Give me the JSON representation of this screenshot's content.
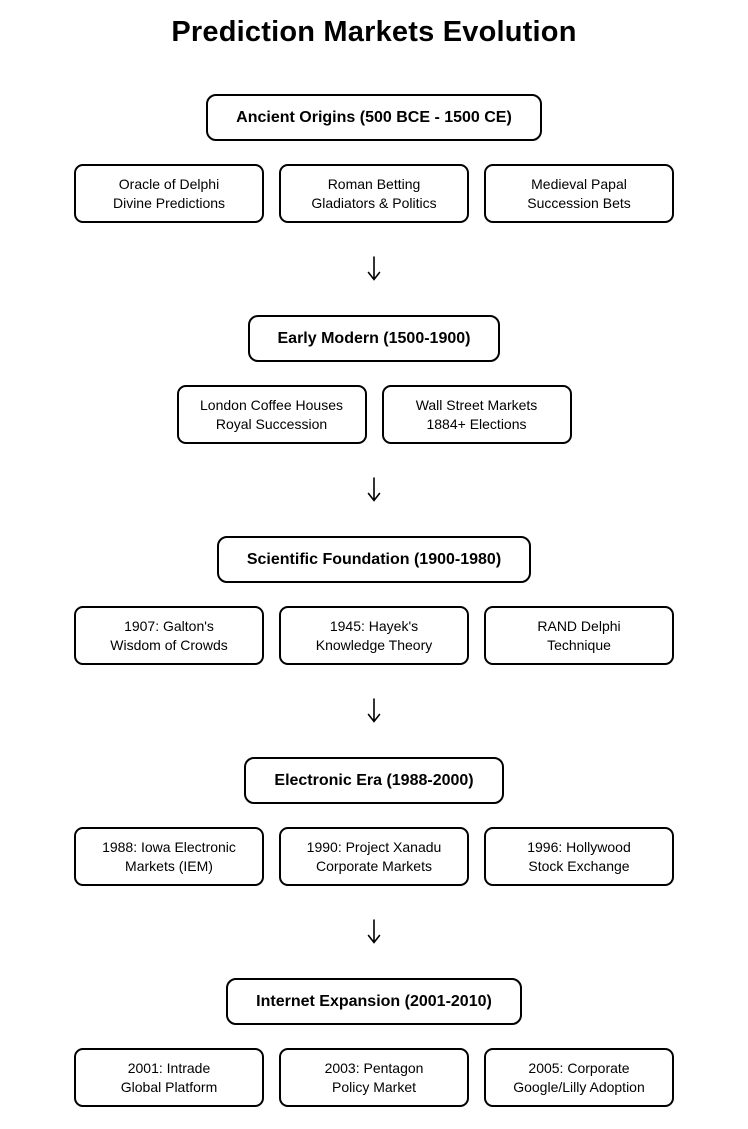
{
  "title": "Prediction Markets Evolution",
  "colors": {
    "background": "#ffffff",
    "border": "#000000",
    "text": "#000000"
  },
  "arrow": {
    "icon": "down-arrow",
    "glyph": "↓"
  },
  "sections": [
    {
      "header": "Ancient Origins (500 BCE - 1500 CE)",
      "children": [
        {
          "lines": [
            "Oracle of Delphi",
            "Divine Predictions"
          ]
        },
        {
          "lines": [
            "Roman Betting",
            "Gladiators & Politics"
          ]
        },
        {
          "lines": [
            "Medieval Papal",
            "Succession Bets"
          ]
        }
      ]
    },
    {
      "header": "Early Modern (1500-1900)",
      "children": [
        {
          "lines": [
            "London Coffee Houses",
            "Royal Succession"
          ]
        },
        {
          "lines": [
            "Wall Street Markets",
            "1884+ Elections"
          ]
        }
      ]
    },
    {
      "header": "Scientific Foundation (1900-1980)",
      "children": [
        {
          "lines": [
            "1907: Galton's",
            "Wisdom of Crowds"
          ]
        },
        {
          "lines": [
            "1945: Hayek's",
            "Knowledge Theory"
          ]
        },
        {
          "lines": [
            "RAND Delphi",
            "Technique"
          ]
        }
      ]
    },
    {
      "header": "Electronic Era (1988-2000)",
      "children": [
        {
          "lines": [
            "1988: Iowa Electronic",
            "Markets (IEM)"
          ]
        },
        {
          "lines": [
            "1990: Project Xanadu",
            "Corporate Markets"
          ]
        },
        {
          "lines": [
            "1996: Hollywood",
            "Stock Exchange"
          ]
        }
      ]
    },
    {
      "header": "Internet Expansion (2001-2010)",
      "children": [
        {
          "lines": [
            "2001: Intrade",
            "Global Platform"
          ]
        },
        {
          "lines": [
            "2003: Pentagon",
            "Policy Market"
          ]
        },
        {
          "lines": [
            "2005: Corporate",
            "Google/Lilly Adoption"
          ]
        }
      ]
    }
  ]
}
